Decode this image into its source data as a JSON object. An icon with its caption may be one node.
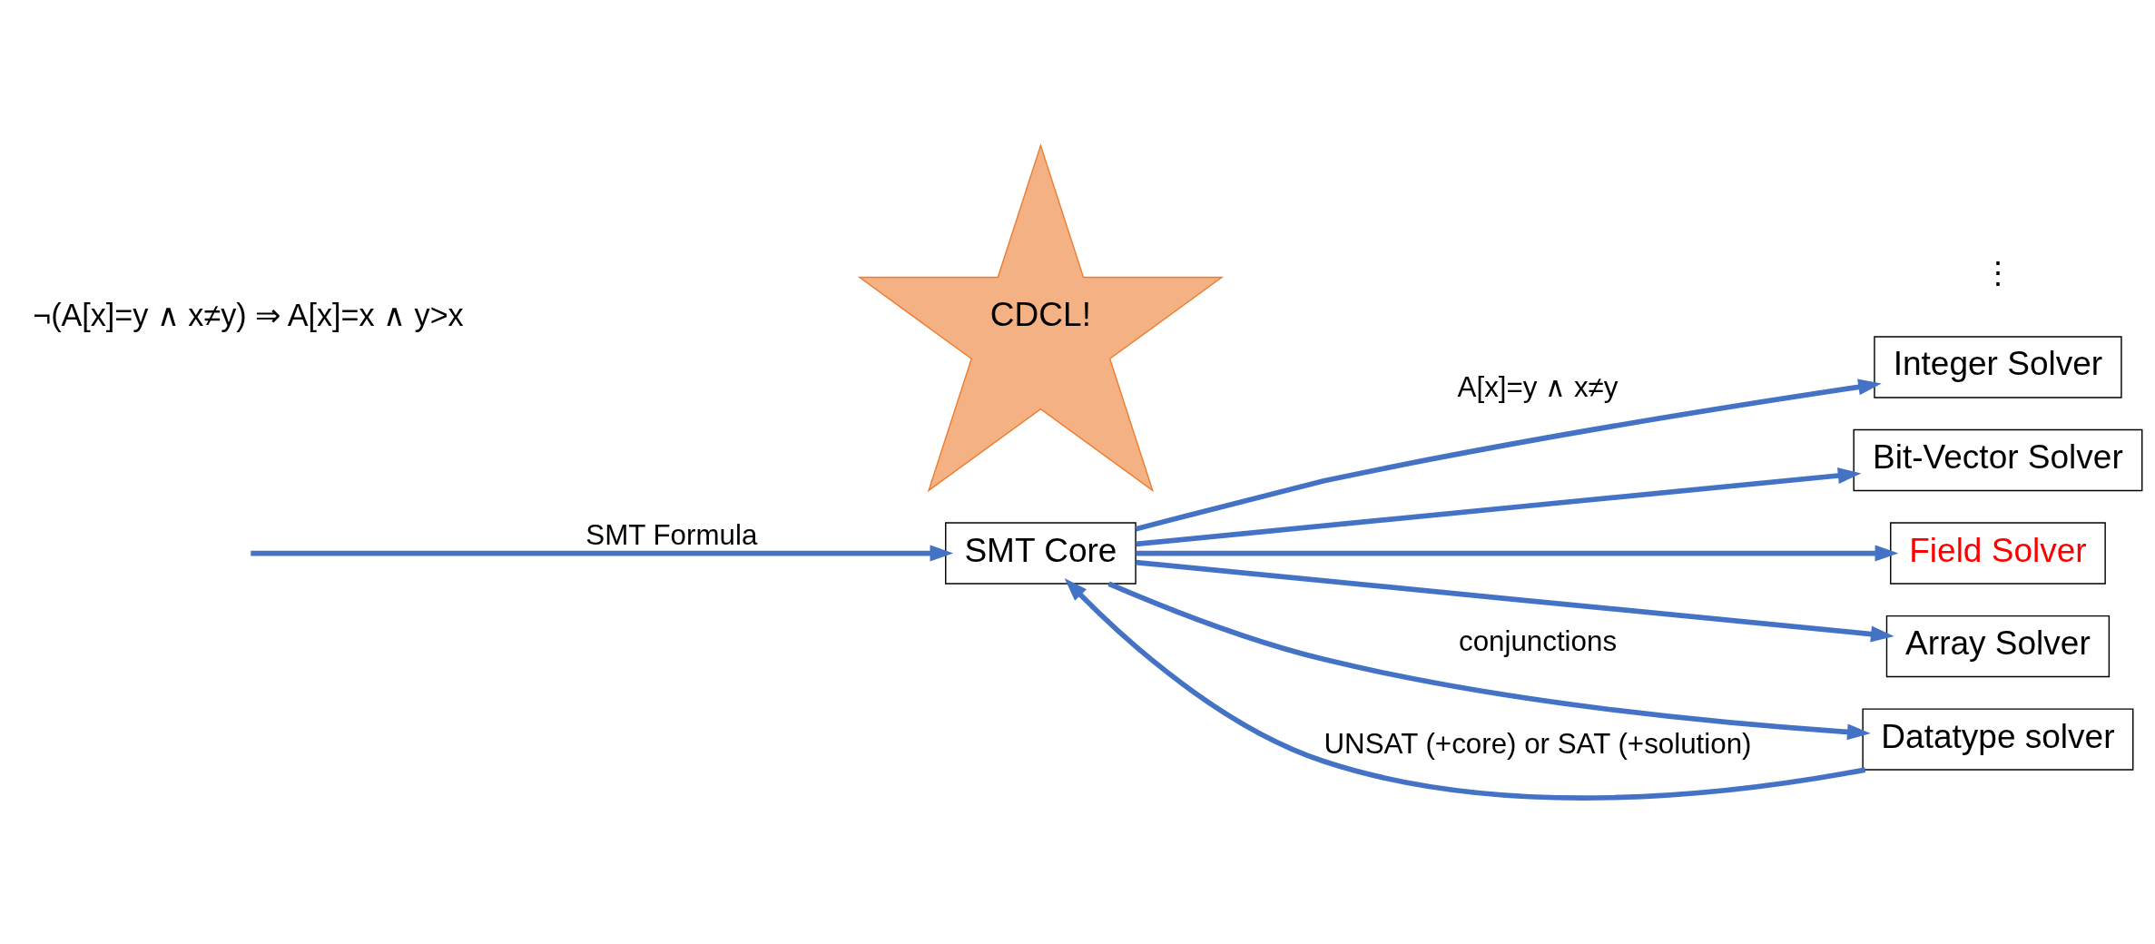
{
  "diagram": {
    "nodes": [
      {
        "text": [
          "SMT Core"
        ]
      },
      {
        "text": [
          "CDCL!"
        ]
      },
      {
        "text": [
          "Integer Solver"
        ]
      },
      {
        "text": [
          "Bit-Vector Solver"
        ]
      },
      {
        "text": [
          "Field Solver"
        ]
      },
      {
        "text": [
          "Array Solver"
        ]
      },
      {
        "text": [
          "Datatype solver"
        ]
      }
    ],
    "edges": [
      {
        "from": null,
        "to": 0,
        "arrow": "to",
        "label": "SMT Formula"
      },
      {
        "from": 0,
        "to": 2,
        "arrow": "to",
        "label": "A[x]=y ∧ x≠y"
      },
      {
        "from": 0,
        "to": 3,
        "arrow": "to"
      },
      {
        "from": 0,
        "to": 4,
        "arrow": "to"
      },
      {
        "from": 0,
        "to": 5,
        "arrow": "to"
      },
      {
        "from": 0,
        "to": 6,
        "arrow": "to",
        "label": "conjunctions"
      },
      {
        "from": 6,
        "to": 0,
        "arrow": "to",
        "label": "UNSAT (+core) or SAT (+solution)"
      }
    ],
    "labels": [
      "¬(A[x]=y ∧ x≠y) ⇒ A[x]=x ∧ y>x",
      "⋮"
    ]
  }
}
